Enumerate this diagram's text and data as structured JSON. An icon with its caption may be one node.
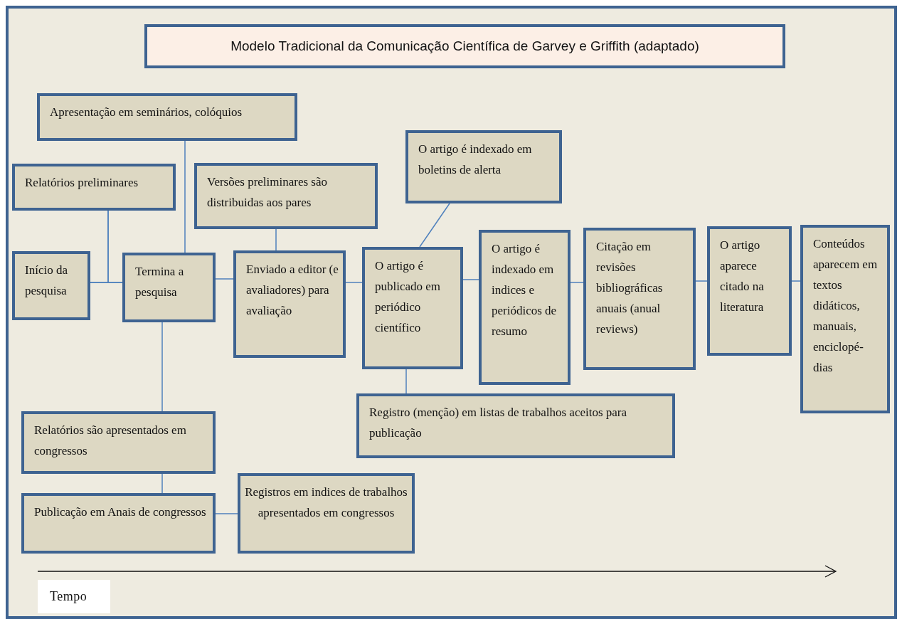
{
  "diagram": {
    "title": "Modelo Tradicional da Comunicação Científica de Garvey e Griffith (adaptado)",
    "nodes": [
      {
        "text": [
          "Apresentação em seminários, colóquios"
        ]
      },
      {
        "text": [
          "Relatórios preliminares"
        ]
      },
      {
        "text": [
          "Versões preliminares são distribuidas aos pares"
        ]
      },
      {
        "text": [
          "O artigo é indexado em boletins de alerta"
        ]
      },
      {
        "text": [
          "Início da pesquisa"
        ]
      },
      {
        "text": [
          "Termina a pesquisa"
        ]
      },
      {
        "text": [
          "Enviado a editor (e avaliadores) para avaliação"
        ]
      },
      {
        "text": [
          "O artigo é publicado em periódico científico"
        ]
      },
      {
        "text": [
          "O artigo é indexado em indices e periódicos de resumo"
        ]
      },
      {
        "text": [
          "Citação em revisões bibliográficas anuais (anual reviews)"
        ]
      },
      {
        "text": [
          "O artigo aparece citado na literatura"
        ]
      },
      {
        "text": [
          "Conteúdos aparecem em textos didáticos, manuais, enciclopé-dias"
        ]
      },
      {
        "text": [
          "Registro (menção) em listas de trabalhos aceitos para publicação"
        ]
      },
      {
        "text": [
          "Relatórios são apresentados em congressos"
        ]
      },
      {
        "text": [
          "Publicação em Anais de congressos"
        ]
      },
      {
        "text": [
          "Registros em indices de trabalhos apresentados em congressos"
        ]
      }
    ],
    "edges": [
      {
        "from": 4,
        "to": 5,
        "arrow": "none"
      },
      {
        "from": 1,
        "to": 4,
        "arrow": "none"
      },
      {
        "from": 1,
        "to": 5,
        "arrow": "none"
      },
      {
        "from": 0,
        "to": 5,
        "arrow": "none"
      },
      {
        "from": 5,
        "to": 6,
        "arrow": "none"
      },
      {
        "from": 2,
        "to": 6,
        "arrow": "none"
      },
      {
        "from": 6,
        "to": 7,
        "arrow": "none"
      },
      {
        "from": 3,
        "to": 7,
        "arrow": "none"
      },
      {
        "from": 7,
        "to": 8,
        "arrow": "none"
      },
      {
        "from": 8,
        "to": 9,
        "arrow": "none"
      },
      {
        "from": 9,
        "to": 10,
        "arrow": "none"
      },
      {
        "from": 10,
        "to": 11,
        "arrow": "none"
      },
      {
        "from": 7,
        "to": 12,
        "arrow": "none"
      },
      {
        "from": 5,
        "to": 13,
        "arrow": "none"
      },
      {
        "from": 13,
        "to": 14,
        "arrow": "none"
      },
      {
        "from": 14,
        "to": 15,
        "arrow": "none"
      }
    ],
    "labels": [
      "Tempo"
    ]
  }
}
